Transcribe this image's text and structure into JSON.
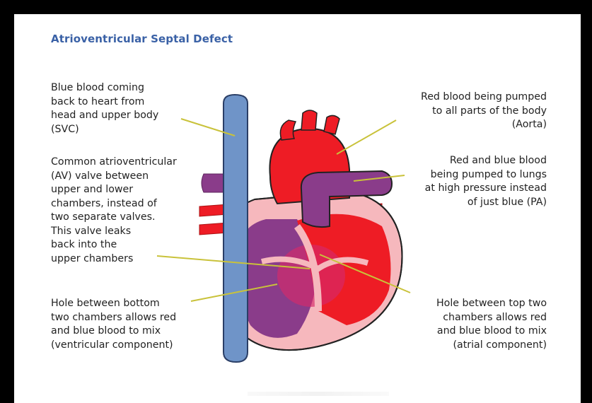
{
  "diagram": {
    "title": "Atrioventricular Septal Defect",
    "labels": {
      "svc": "Blue blood coming\nback to heart from\nhead and upper body\n(SVC)",
      "av_valve": "Common atrioventricular\n(AV) valve between\nupper and lower\nchambers, instead of\ntwo separate valves.\nThis valve leaks\nback into the\nupper chambers",
      "ventricular": "Hole between bottom\ntwo chambers allows red\nand blue blood to mix\n(ventricular component)",
      "aorta": "Red blood being pumped\nto all parts of the body\n(Aorta)",
      "pa": "Red and blue blood\nbeing pumped to lungs\nat high pressure instead\nof just blue (PA)",
      "atrial": "Hole between top two\nchambers allows red\nand blue blood to mix\n(atrial component)"
    },
    "colors": {
      "title": "#3a61a6",
      "blue_vessel": "#6f94c8",
      "red": "#ee1c25",
      "purple": "#8a3c8a",
      "pink_wall": "#f6b8bd",
      "leader_line": "#c9c23a"
    }
  }
}
